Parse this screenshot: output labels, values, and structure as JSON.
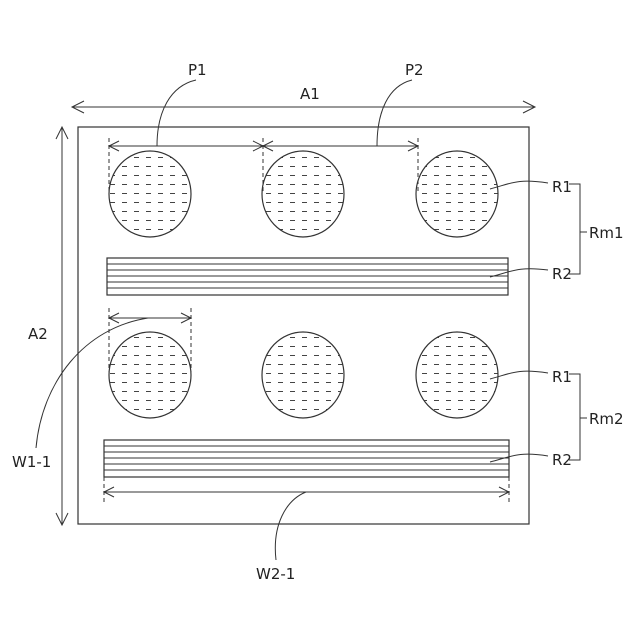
{
  "labels": {
    "a1": "A1",
    "a2": "A2",
    "p1": "P1",
    "p2": "P2",
    "w1_1": "W1-1",
    "w2_1": "W2-1",
    "r1_top": "R1",
    "r2_top": "R2",
    "rm1": "Rm1",
    "r1_bottom": "R1",
    "r2_bottom": "R2",
    "rm2": "Rm2"
  }
}
